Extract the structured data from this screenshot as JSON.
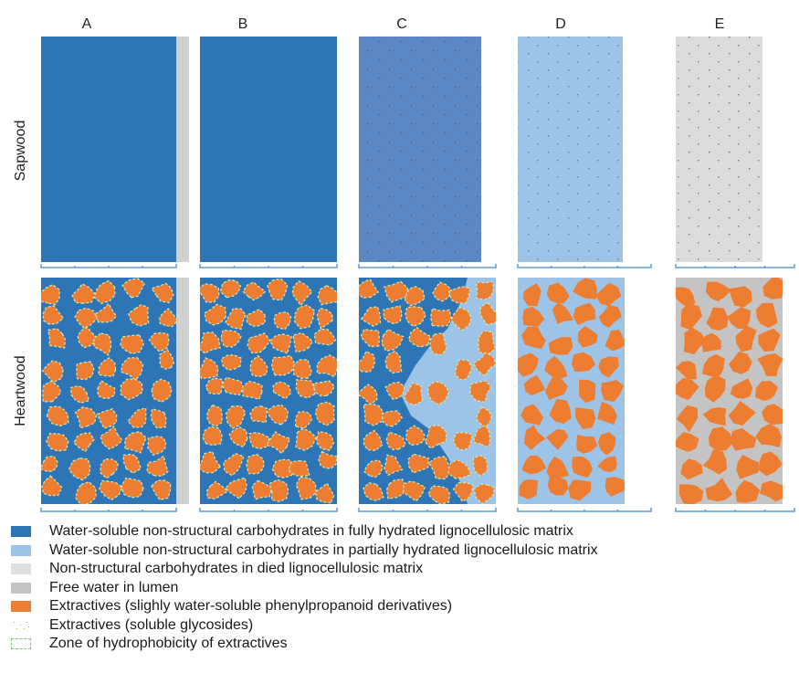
{
  "columns": [
    "A",
    "B",
    "C",
    "D",
    "E"
  ],
  "rows": [
    "Sapwood",
    "Heartwood"
  ],
  "colors": {
    "water_soluble_hydrated": "#2e75b6",
    "water_soluble_partial": "#9dc3e6",
    "dead_matrix": "#d9d9d9",
    "free_water": "#c9c9c9",
    "extractives": "#ed7d31",
    "soluble_glycosides": "#c8a24a",
    "hydrophobic_zone": "#a9d18e",
    "blend_c": "#5b88c2",
    "axis": "#5b9bd5"
  },
  "legend": [
    {
      "key": "hydrated",
      "label": "Water-soluble non-structural carbohydrates in fully hydrated lignocellulosic matrix",
      "color": "#2e75b6"
    },
    {
      "key": "partial",
      "label": "Water-soluble non-structural carbohydrates in partially hydrated lignocellulosic matrix",
      "color": "#9dc3e6"
    },
    {
      "key": "dead",
      "label": "Non-structural carbohydrates in died lignocellulosic matrix",
      "color": "#e0e0e0"
    },
    {
      "key": "free_water",
      "label": "Free water in lumen",
      "color": "#c3c3c3"
    },
    {
      "key": "extractives",
      "label": "Extractives (slighly water-soluble phenylpropanoid derivatives)",
      "color": "#ed7d31"
    },
    {
      "key": "glycosides",
      "label": "Extractives (soluble glycosides)",
      "color": "dots"
    },
    {
      "key": "hydrophobic",
      "label": "Zone of hydrophobicity of extractives",
      "color": "dashed"
    }
  ]
}
